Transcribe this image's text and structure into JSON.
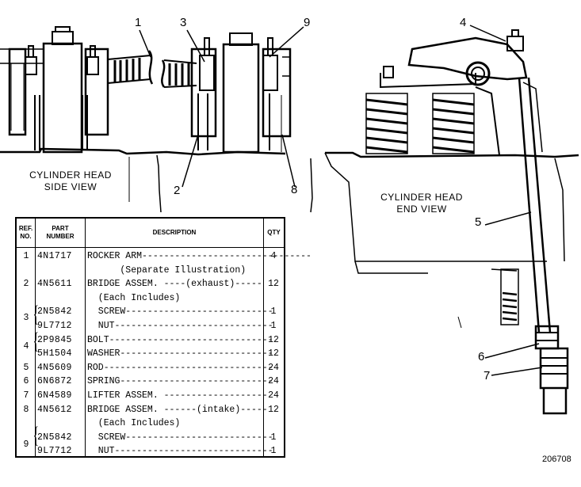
{
  "labels": {
    "side_view": "CYLINDER HEAD\nSIDE VIEW",
    "end_view": "CYLINDER HEAD\nEND VIEW"
  },
  "callouts": {
    "c1": "1",
    "c2": "2",
    "c3": "3",
    "c4": "4",
    "c5": "5",
    "c6": "6",
    "c7": "7",
    "c8": "8",
    "c9": "9"
  },
  "figure_number": "206708",
  "table": {
    "headers": {
      "ref": "REF.\nNO.",
      "part": "PART\nNUMBER",
      "desc": "DESCRIPTION",
      "qty": "QTY"
    },
    "rows": [
      {
        "ref": "1",
        "part": "4N1717",
        "desc": "ROCKER ARM-------------------------------",
        "qty": "4"
      },
      {
        "ref": "",
        "part": "",
        "desc": "      (Separate Illustration)",
        "qty": ""
      },
      {
        "ref": "2",
        "part": "4N5611",
        "desc": "BRIDGE ASSEM. ----(exhaust)-----",
        "qty": "12"
      },
      {
        "ref": "",
        "part": "",
        "desc": "  (Each Includes)",
        "qty": ""
      },
      {
        "ref": "3",
        "part": "2N5842",
        "desc": "  SCREW---------------------------",
        "qty": "1"
      },
      {
        "ref": "",
        "part": "9L7712",
        "desc": "  NUT-----------------------------",
        "qty": "1"
      },
      {
        "ref": "4",
        "part": "2P9845",
        "desc": "BOLT------------------------------",
        "qty": "12"
      },
      {
        "ref": "",
        "part": "5H1504",
        "desc": "WASHER----------------------------",
        "qty": "12"
      },
      {
        "ref": "5",
        "part": "4N5609",
        "desc": "ROD-------------------------------",
        "qty": "24"
      },
      {
        "ref": "6",
        "part": "6N6872",
        "desc": "SPRING----------------------------",
        "qty": "24"
      },
      {
        "ref": "7",
        "part": "6N4589",
        "desc": "LIFTER ASSEM. -------------------",
        "qty": "24"
      },
      {
        "ref": "8",
        "part": "4N5612",
        "desc": "BRIDGE ASSEM. ------(intake)-----",
        "qty": "12"
      },
      {
        "ref": "",
        "part": "",
        "desc": "  (Each Includes)",
        "qty": ""
      },
      {
        "ref": "",
        "part": "2N5842",
        "desc": "  SCREW---------------------------",
        "qty": "1"
      },
      {
        "ref": "9",
        "part": "9L7712",
        "desc": "  NUT-----------------------------",
        "qty": "1"
      }
    ]
  }
}
